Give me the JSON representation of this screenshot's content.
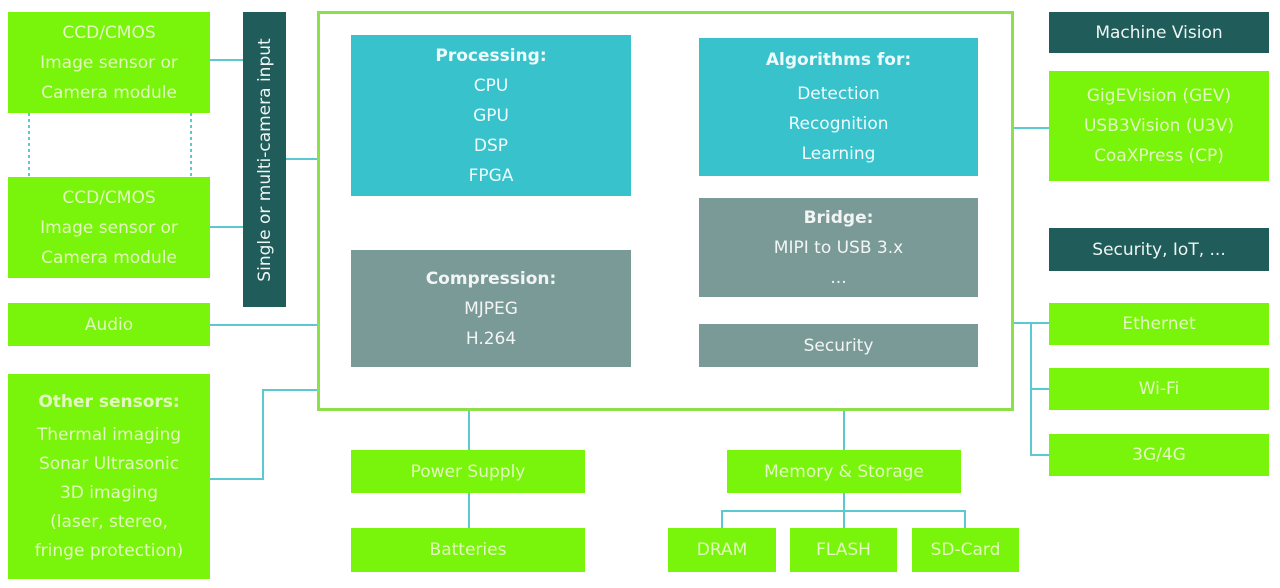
{
  "left_inputs": {
    "camera_1": [
      "CCD/CMOS",
      "Image sensor or",
      "Camera module"
    ],
    "camera_2": [
      "CCD/CMOS",
      "Image sensor or",
      "Camera module"
    ],
    "camera_input_bar": "Single or multi-camera input",
    "audio": "Audio",
    "other_sensors": {
      "title": "Other sensors:",
      "lines": [
        "Thermal imaging",
        "Sonar Ultrasonic",
        "3D imaging",
        "(laser, stereo,",
        "fringe protection)"
      ]
    }
  },
  "core": {
    "processing": {
      "title": "Processing:",
      "items": [
        "CPU",
        "GPU",
        "DSP",
        "FPGA"
      ]
    },
    "algorithms": {
      "title": "Algorithms for:",
      "items": [
        "Detection",
        "Recognition",
        "Learning"
      ]
    },
    "compression": {
      "title": "Compression:",
      "items": [
        "MJPEG",
        "H.264"
      ]
    },
    "bridge": {
      "title": "Bridge:",
      "items": [
        "MIPI to USB 3.x",
        "..."
      ]
    },
    "security": "Security"
  },
  "right_outputs": {
    "machine_vision_header": "Machine Vision",
    "machine_vision_items": [
      "GigEVision (GEV)",
      "USB3Vision (U3V)",
      "CoaXPress (CP)"
    ],
    "security_iot_header": "Security, IoT, ...",
    "network": [
      "Ethernet",
      "Wi-Fi",
      "3G/4G"
    ]
  },
  "bottom": {
    "power_supply": "Power Supply",
    "batteries": "Batteries",
    "memory_storage": "Memory & Storage",
    "memory_types": [
      "DRAM",
      "FLASH",
      "SD-Card"
    ]
  },
  "colors": {
    "green": "#78f50a",
    "teal": "#37c2cc",
    "grey": "#7a9a98",
    "dark_teal": "#1f5c5a",
    "connector": "#5cc8d0",
    "frame": "#8ee04a"
  }
}
